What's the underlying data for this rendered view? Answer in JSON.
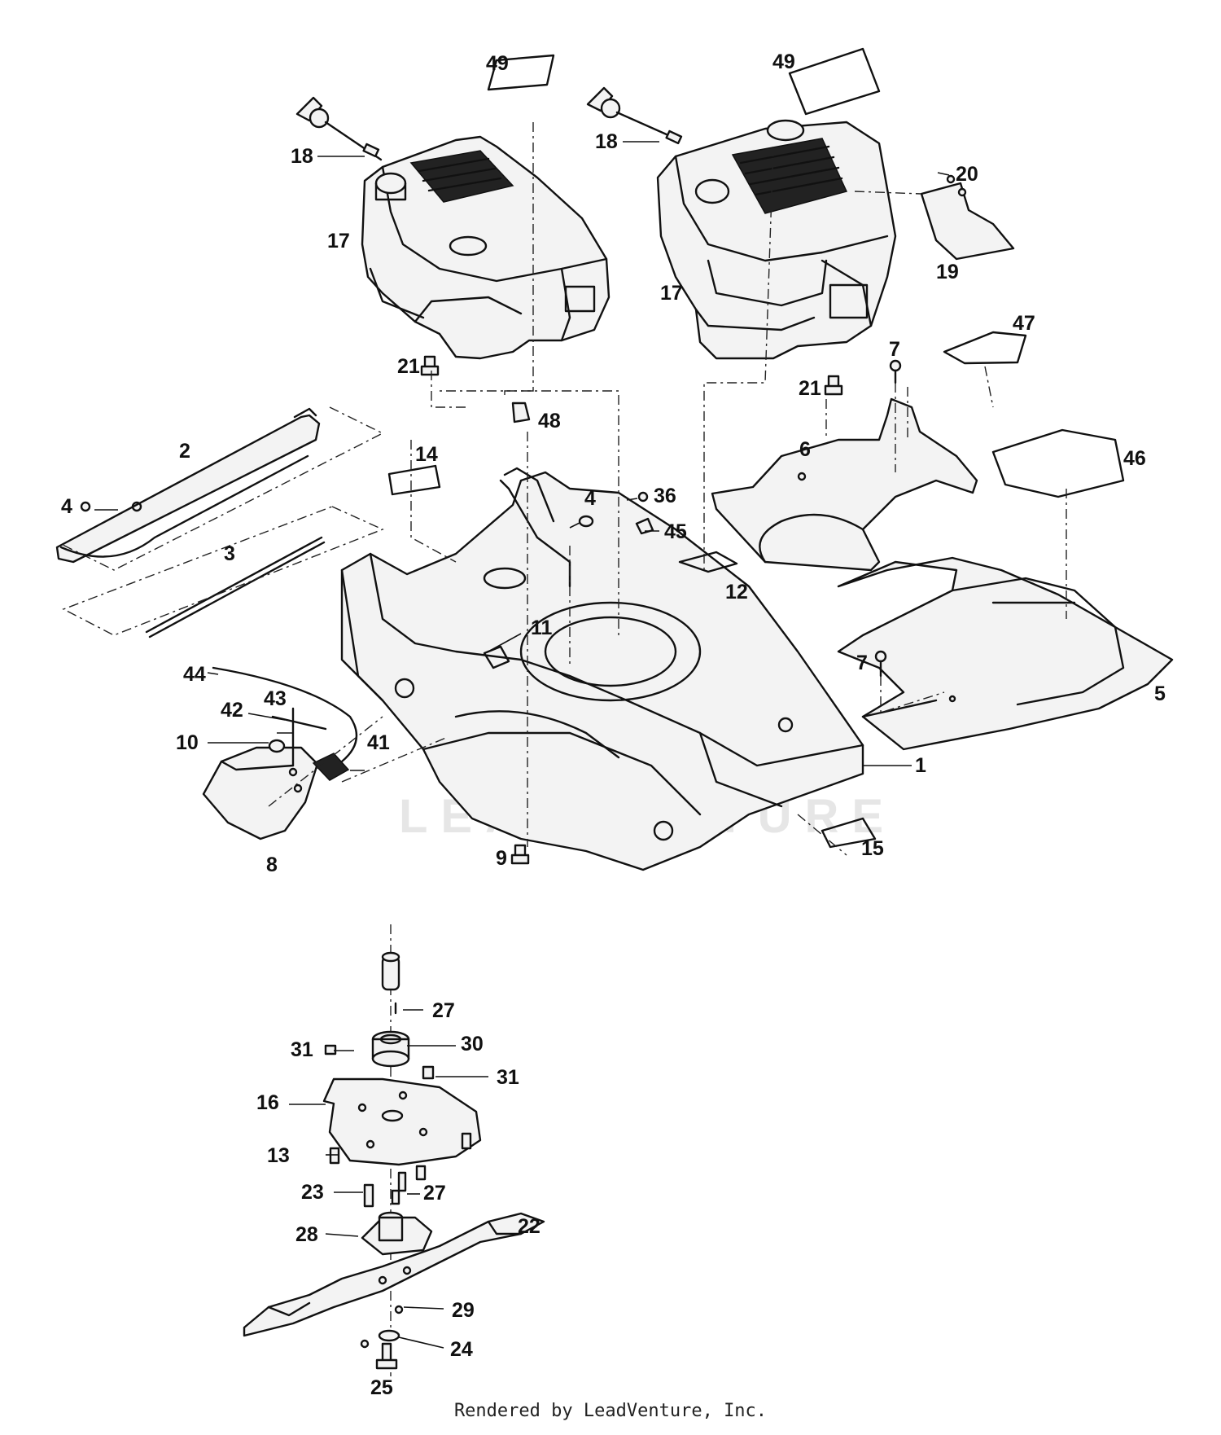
{
  "footer": "Rendered by LeadVenture, Inc.",
  "watermark": "LEADVENTURE",
  "callouts": {
    "c49a": "49",
    "c49b": "49",
    "c18a": "18",
    "c18b": "18",
    "c17a": "17",
    "c17b": "17",
    "c20": "20",
    "c19": "19",
    "c21a": "21",
    "c21b": "21",
    "c47": "47",
    "c7a": "7",
    "c7b": "7",
    "c48": "48",
    "c2": "2",
    "c14": "14",
    "c6": "6",
    "c46": "46",
    "c4a": "4",
    "c4b": "4",
    "c36": "36",
    "c45": "45",
    "c3": "3",
    "c12": "12",
    "c11": "11",
    "c44": "44",
    "c43": "43",
    "c42": "42",
    "c10": "10",
    "c41": "41",
    "c5": "5",
    "c1": "1",
    "c8": "8",
    "c9": "9",
    "c15": "15",
    "c27a": "27",
    "c30": "30",
    "c31a": "31",
    "c31b": "31",
    "c16": "16",
    "c13": "13",
    "c23": "23",
    "c27b": "27",
    "c22": "22",
    "c28": "28",
    "c29": "29",
    "c24": "24",
    "c25": "25"
  }
}
